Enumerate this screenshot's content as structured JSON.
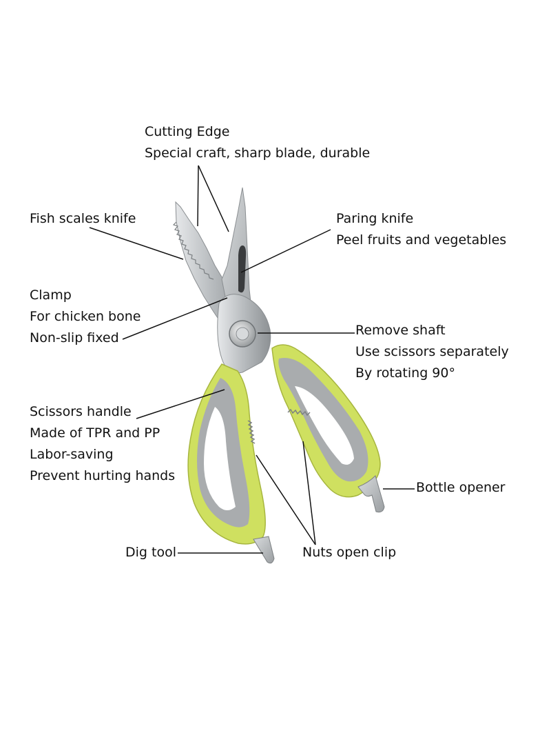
{
  "callouts": {
    "cutting_edge": {
      "title": "Cutting Edge",
      "desc": "Special craft, sharp blade, durable"
    },
    "fish_scales": {
      "title": "Fish scales knife"
    },
    "paring_knife": {
      "title": "Paring knife",
      "desc": "Peel fruits and vegetables"
    },
    "clamp": {
      "title": "Clamp",
      "line2": "For chicken bone",
      "line3": "Non-slip fixed"
    },
    "remove_shaft": {
      "title": "Remove shaft",
      "line2": "Use scissors separately",
      "line3": "By rotating 90°"
    },
    "handle": {
      "title": "Scissors handle",
      "line2": "Made of TPR and PP",
      "line3": "Labor-saving",
      "line4": "Prevent hurting hands"
    },
    "bottle_opener": {
      "title": "Bottle opener"
    },
    "dig_tool": {
      "title": "Dig tool"
    },
    "nuts_clip": {
      "title": "Nuts open clip"
    }
  },
  "colors": {
    "handle_green": "#cfe060",
    "handle_grey": "#a9acae",
    "steel": "#bfc3c6",
    "steel_dark": "#8e9396",
    "leader_line": "#111111"
  }
}
